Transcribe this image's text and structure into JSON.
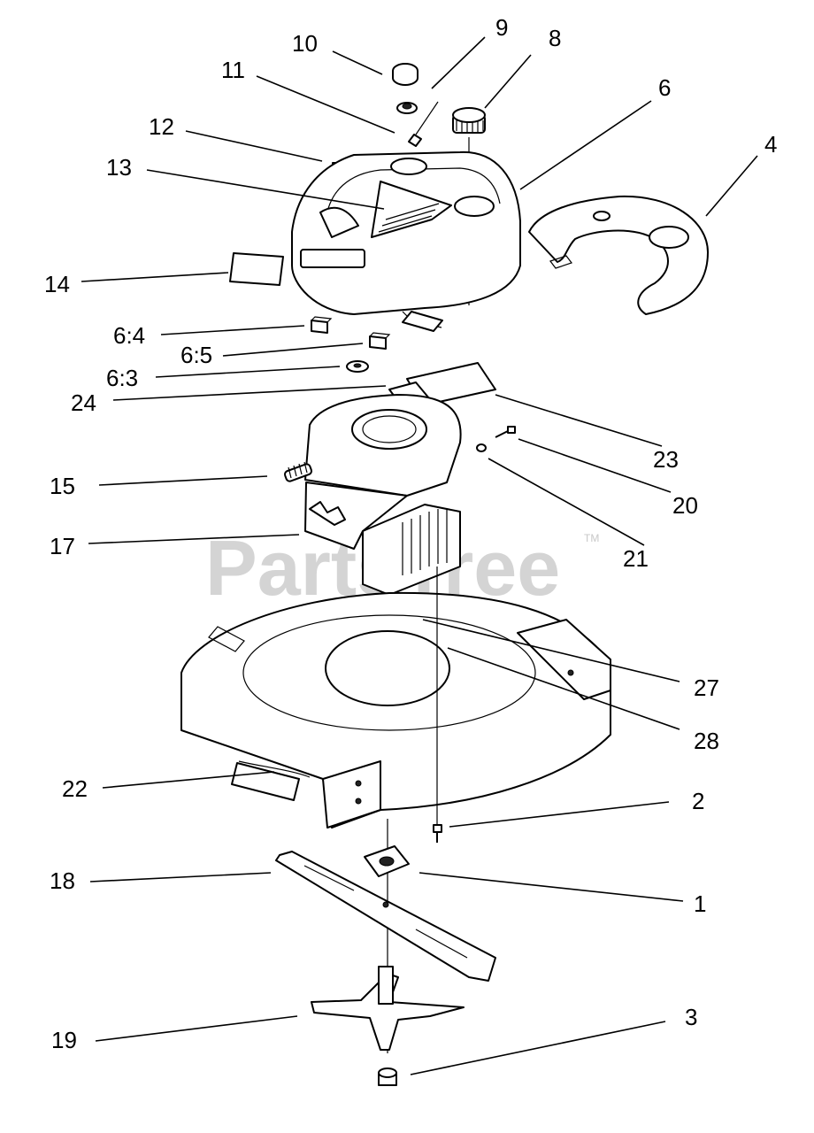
{
  "watermark": {
    "text": "PartsTree",
    "trademark": "TM"
  },
  "callouts": [
    {
      "id": "10",
      "label": "10"
    },
    {
      "id": "9",
      "label": "9"
    },
    {
      "id": "8",
      "label": "8"
    },
    {
      "id": "11",
      "label": "11"
    },
    {
      "id": "6",
      "label": "6"
    },
    {
      "id": "4",
      "label": "4"
    },
    {
      "id": "12",
      "label": "12"
    },
    {
      "id": "13",
      "label": "13"
    },
    {
      "id": "14",
      "label": "14"
    },
    {
      "id": "6-4",
      "label": "6:4"
    },
    {
      "id": "6-5",
      "label": "6:5"
    },
    {
      "id": "6-3",
      "label": "6:3"
    },
    {
      "id": "24",
      "label": "24"
    },
    {
      "id": "23",
      "label": "23"
    },
    {
      "id": "20",
      "label": "20"
    },
    {
      "id": "15",
      "label": "15"
    },
    {
      "id": "21",
      "label": "21"
    },
    {
      "id": "17",
      "label": "17"
    },
    {
      "id": "27",
      "label": "27"
    },
    {
      "id": "28",
      "label": "28"
    },
    {
      "id": "22",
      "label": "22"
    },
    {
      "id": "2",
      "label": "2"
    },
    {
      "id": "18",
      "label": "18"
    },
    {
      "id": "1",
      "label": "1"
    },
    {
      "id": "19",
      "label": "19"
    },
    {
      "id": "3",
      "label": "3"
    }
  ]
}
